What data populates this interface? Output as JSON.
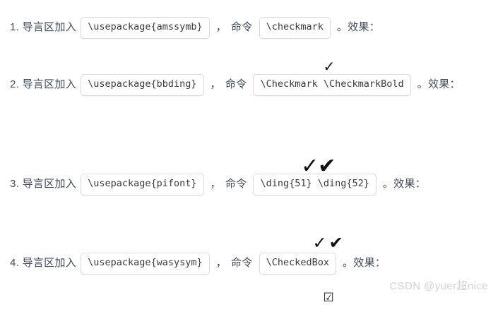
{
  "document": {
    "background_color": "#ffffff",
    "text_color": "#3f4a5a",
    "code_border_color": "#d7d9dc",
    "watermark_color": "#d2d2d2"
  },
  "items": [
    {
      "index": "1.",
      "lead": "1. 导言区加入",
      "package_code": "\\usepackage{amssymb}",
      "separator": "，",
      "command_label": "命令",
      "command_code": "\\checkmark",
      "tail": "。效果：",
      "result_glyphs": "✓",
      "result_description": "single-thin-checkmark"
    },
    {
      "index": "2.",
      "lead": "2. 导言区加入",
      "package_code": "\\usepackage{bbding}",
      "separator": "，",
      "command_label": "命令",
      "command_code": "\\Checkmark \\CheckmarkBold",
      "tail": "。效果：",
      "result_glyphs": [
        "✓",
        "✔"
      ],
      "result_description": "thin-checkmark-and-bold-checkmark"
    },
    {
      "index": "3.",
      "lead": "3. 导言区加入",
      "package_code": "\\usepackage{pifont}",
      "separator": "，",
      "command_label": "命令",
      "command_code": "\\ding{51} \\ding{52}",
      "tail": "。效果：",
      "result_glyphs": [
        "✓",
        "✔"
      ],
      "result_description": "thin-checkmark-and-bold-checkmark"
    },
    {
      "index": "4.",
      "lead": "4. 导言区加入",
      "package_code": "\\usepackage{wasysym}",
      "separator": "，",
      "command_label": "命令",
      "command_code": "\\CheckedBox",
      "tail": "。效果：",
      "result_glyphs": "☑",
      "result_description": "checked-box"
    }
  ],
  "watermark": {
    "text": "CSDN @yuer超nice"
  }
}
